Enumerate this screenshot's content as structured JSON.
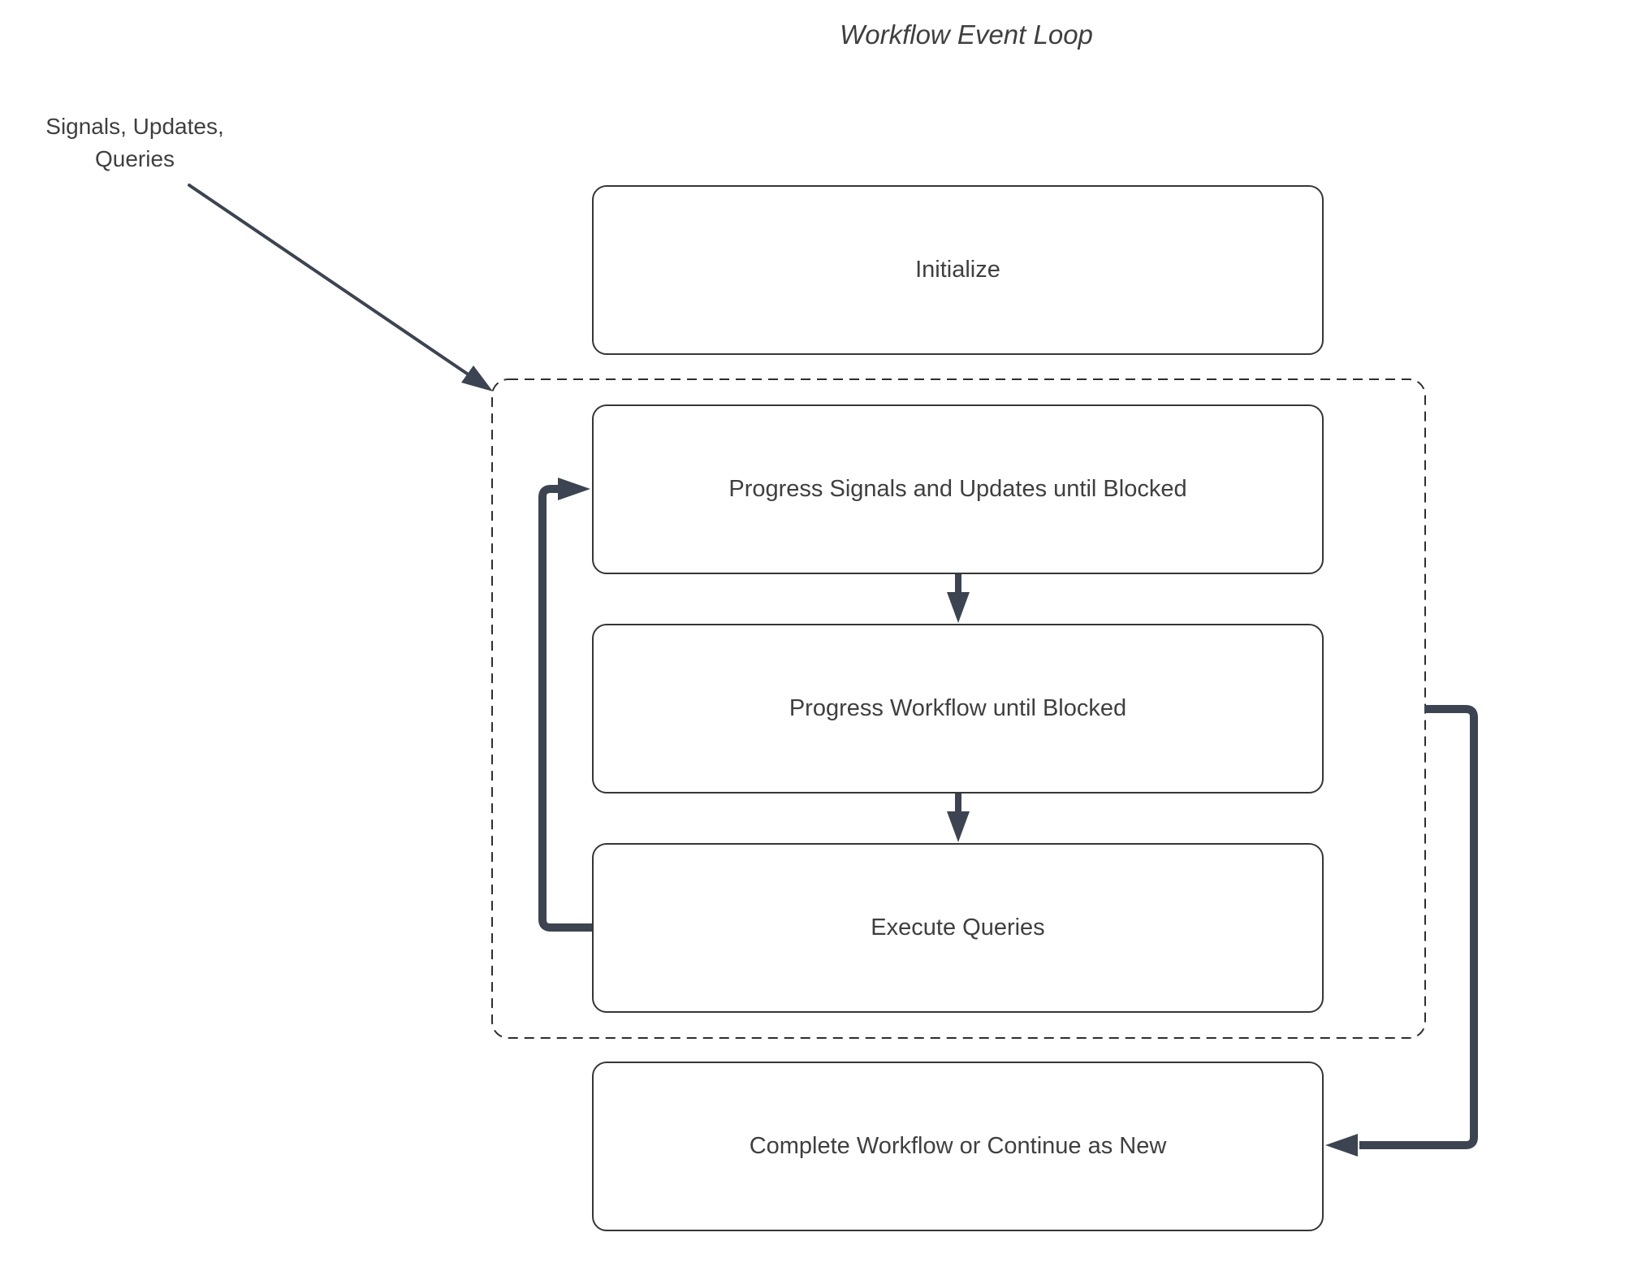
{
  "title": "Workflow Event Loop",
  "external_input": {
    "line1": "Signals, Updates,",
    "line2": "Queries"
  },
  "nodes": [
    {
      "id": "initialize",
      "label": "Initialize"
    },
    {
      "id": "progress-signals-updates",
      "label": "Progress Signals and Updates until Blocked"
    },
    {
      "id": "progress-workflow",
      "label": "Progress Workflow until Blocked"
    },
    {
      "id": "execute-queries",
      "label": "Execute Queries"
    },
    {
      "id": "complete-workflow",
      "label": "Complete Workflow or Continue as New"
    }
  ],
  "edges": [
    {
      "from": "external-signals-updates-queries",
      "to": "event-loop-container",
      "style": "thin-diagonal-arrow"
    },
    {
      "from": "progress-signals-updates",
      "to": "progress-workflow",
      "style": "down-arrow"
    },
    {
      "from": "progress-workflow",
      "to": "execute-queries",
      "style": "down-arrow"
    },
    {
      "from": "execute-queries",
      "to": "progress-signals-updates",
      "style": "thick-loop-back-left"
    },
    {
      "from": "event-loop-container",
      "to": "complete-workflow",
      "style": "thick-right-elbow-arrow"
    }
  ],
  "container": {
    "id": "event-loop-container",
    "border_style": "dashed"
  },
  "colors": {
    "connector_color": "#3d4451",
    "node_border_color": "#363636",
    "dashed_border_color": "#2e2e2e",
    "text_color": "#3f3f3f",
    "background": "#ffffff"
  }
}
